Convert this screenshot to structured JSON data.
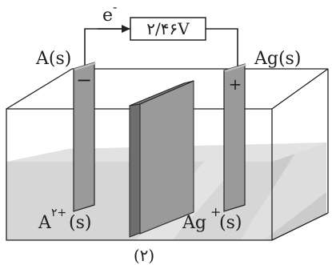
{
  "electron_label": "e",
  "electron_sign": "-",
  "voltmeter_reading": "۲/۴۶V",
  "left_electrode": "A(s)",
  "right_electrode": "Ag(s)",
  "left_sign": "−",
  "right_sign": "+",
  "left_ion_base": "A",
  "left_ion_charge": "۲+",
  "left_ion_state": "(s)",
  "right_ion_base": "Ag",
  "right_ion_charge": "+",
  "right_ion_state": "(s)",
  "figure_number": "(۲)",
  "colors": {
    "electrode": "#8d8d8d",
    "barrier": "#6b6b6b",
    "liquid": "#d6d6d6",
    "line": "#222222"
  }
}
